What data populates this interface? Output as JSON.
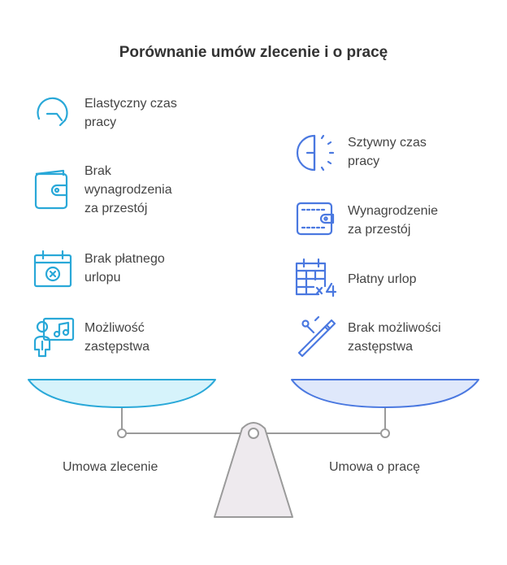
{
  "title": "Porównanie umów zlecenie i o pracę",
  "left": {
    "label": "Umowa zlecenie",
    "items": [
      {
        "icon": "clock-arrow-icon",
        "lines": [
          "Elastyczny czas",
          "pracy"
        ]
      },
      {
        "icon": "wallet-icon",
        "lines": [
          "Brak",
          "wynagrodzenia",
          "za przestój"
        ]
      },
      {
        "icon": "calendar-x-icon",
        "lines": [
          "Brak płatnego",
          "urlopu"
        ]
      },
      {
        "icon": "person-music-icon",
        "lines": [
          "Możliwość",
          "zastępstwa"
        ]
      }
    ]
  },
  "right": {
    "label": "Umowa o pracę",
    "items": [
      {
        "icon": "half-clock-icon",
        "lines": [
          "Sztywny czas",
          "pracy"
        ]
      },
      {
        "icon": "wallet-icon",
        "lines": [
          "Wynagrodzenie",
          "za przestój"
        ]
      },
      {
        "icon": "calendar-x4-icon",
        "lines": [
          "Płatny urlop"
        ]
      },
      {
        "icon": "batons-icon",
        "lines": [
          "Brak możliwości",
          "zastępstwa"
        ]
      }
    ]
  },
  "colors": {
    "left_accent": "#29a8d8",
    "right_accent": "#4a78e0",
    "left_pan_fill": "#d6f3fb",
    "right_pan_fill": "#dfe8fb",
    "scale_gray": "#9a9a9a",
    "base_fill": "#eeeaee"
  }
}
